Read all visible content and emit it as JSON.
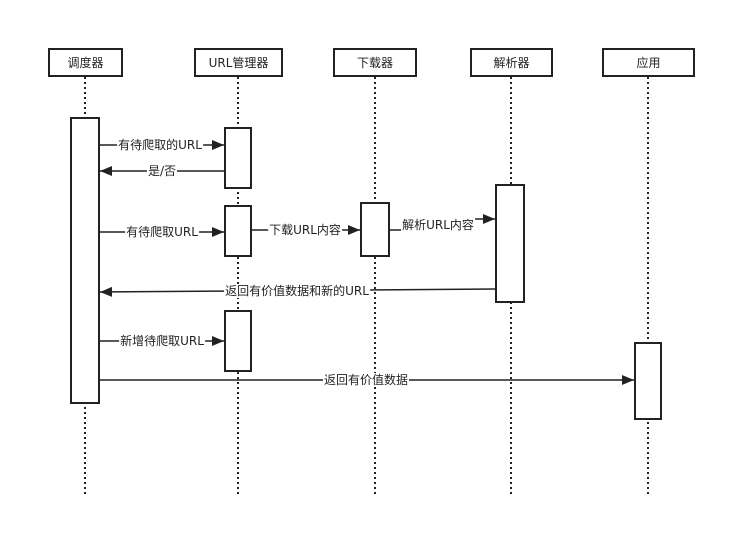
{
  "participants": [
    {
      "label": "调度器"
    },
    {
      "label": "URL管理器"
    },
    {
      "label": "下载器"
    },
    {
      "label": "解析器"
    },
    {
      "label": "应用"
    }
  ],
  "messages": [
    {
      "label": "有待爬取的URL"
    },
    {
      "label": "是/否"
    },
    {
      "label": "有待爬取URL"
    },
    {
      "label": "下载URL内容"
    },
    {
      "label": "解析URL内容"
    },
    {
      "label": "返回有价值数据和新的URL"
    },
    {
      "label": "新增待爬取URL"
    },
    {
      "label": "返回有价值数据"
    }
  ],
  "colors": {
    "stroke": "#222222"
  }
}
